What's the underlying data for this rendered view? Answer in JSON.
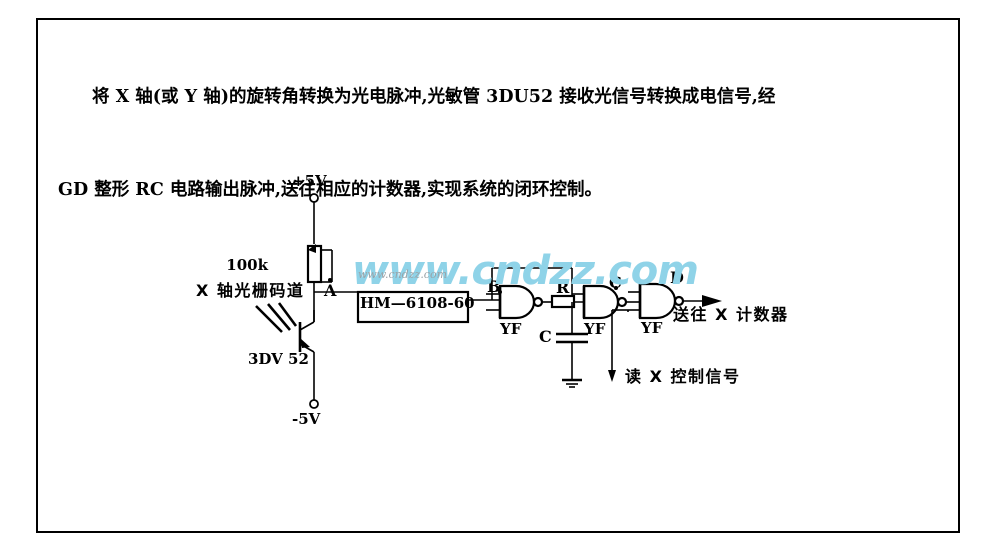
{
  "caption": {
    "line1": "将 X 轴(或 Y 轴)的旋转角转换为光电脉冲,光敏管 3DU52 接收光信号转换成电信号,经",
    "line2": "GD 整形 RC 电路输出脉冲,送往相应的计数器,实现系统的闭环控制。"
  },
  "watermark": {
    "main": "www.cndzz.com",
    "sub": "www.cndzz.com"
  },
  "circuit": {
    "supply_positive": "+5V",
    "supply_negative": "-5V",
    "resistor_pot": "100k",
    "photo_label": "X 轴光栅码道",
    "transistor": "3DV 52",
    "chip": "HM—6108-60",
    "nodes": {
      "a": "A",
      "b": "B",
      "c": "C",
      "d": "D"
    },
    "rc": {
      "resistor": "R",
      "capacitor": "C"
    },
    "gates": {
      "g1": "YF",
      "g2": "YF",
      "g3": "YF"
    },
    "output_label": "送往 X 计数器",
    "control_label": "读 X 控制信号"
  },
  "colors": {
    "ink": "#000000",
    "paper": "#ffffff",
    "watermark": "#8fd3e8"
  }
}
